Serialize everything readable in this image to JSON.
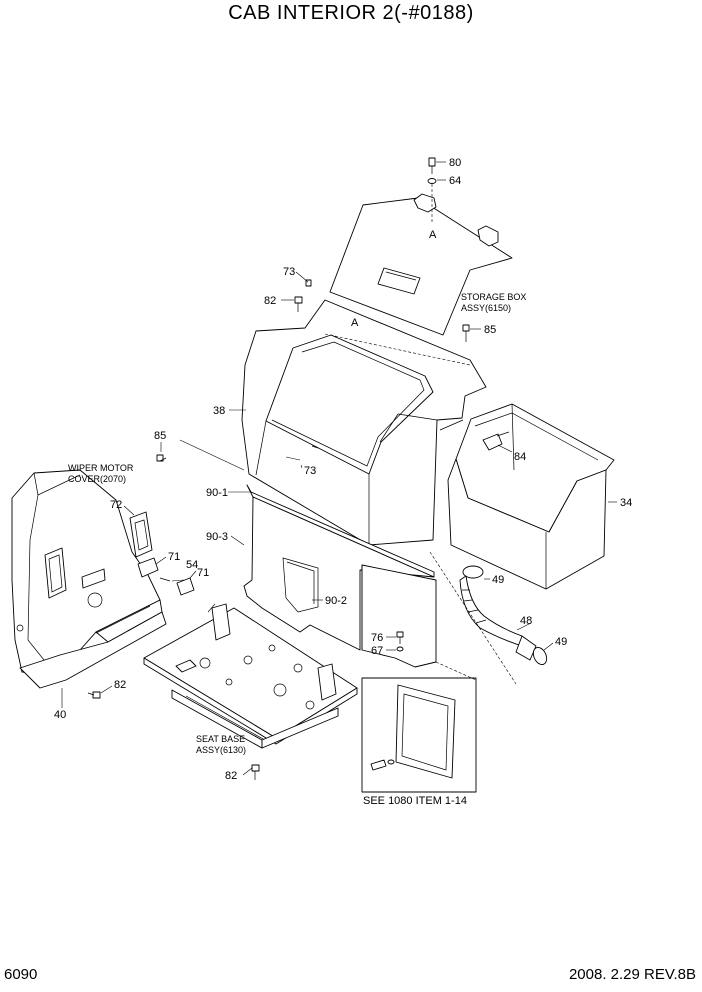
{
  "title": "CAB INTERIOR 2(-#0188)",
  "footer": {
    "page_code": "6090",
    "revision": "2008. 2.29  REV.8B"
  },
  "callouts": {
    "c80": "80",
    "c64": "64",
    "cA_top": "A",
    "cA_mid": "A",
    "c73_top": "73",
    "c82_top": "82",
    "storage_box_1": "STORAGE BOX",
    "storage_box_2": "ASSY(6150)",
    "c85_right": "85",
    "c38": "38",
    "c85_left": "85",
    "c73_mid": "73",
    "c84": "84",
    "wiper_1": "WIPER MOTOR",
    "wiper_2": "COVER(2070)",
    "c72": "72",
    "c90_1": "90-1",
    "c34": "34",
    "c90_3": "90-3",
    "c71_a": "71",
    "c54": "54",
    "c71_b": "71",
    "c49_a": "49",
    "c90_2": "90-2",
    "c48": "48",
    "c76": "76",
    "c67": "67",
    "c49_b": "49",
    "c82_left": "82",
    "c40": "40",
    "seat_base_1": "SEAT BASE",
    "seat_base_2": "ASSY(6130)",
    "c82_bottom": "82",
    "see_1080": "SEE 1080 ITEM 1-14"
  }
}
